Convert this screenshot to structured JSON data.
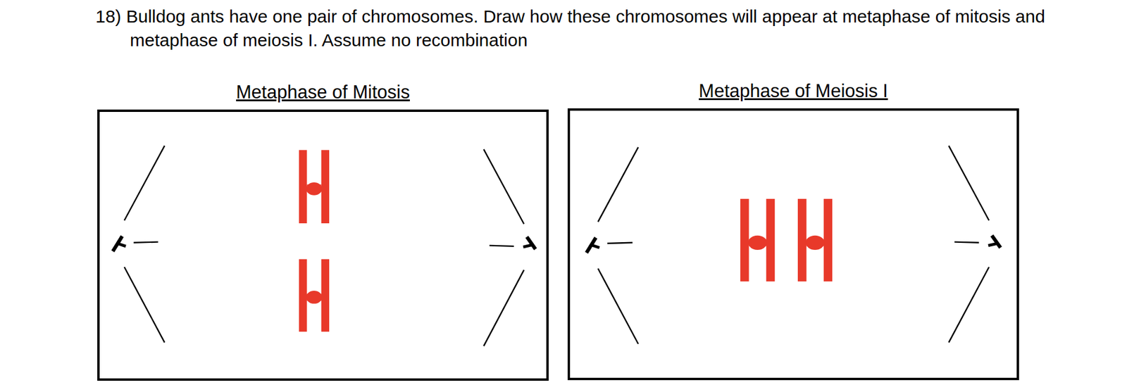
{
  "diagram": {
    "title": "18) Bulldog ants have one pair of chromosomes. Draw how these chromosomes will appear at metaphase of mitosis and metaphase of meiosis I. Assume no recombination",
    "nodes": [
      {
        "text": [
          "Metaphase of Mitosis"
        ]
      },
      {
        "text": [
          "Metaphase of Meiosis I"
        ]
      }
    ]
  }
}
